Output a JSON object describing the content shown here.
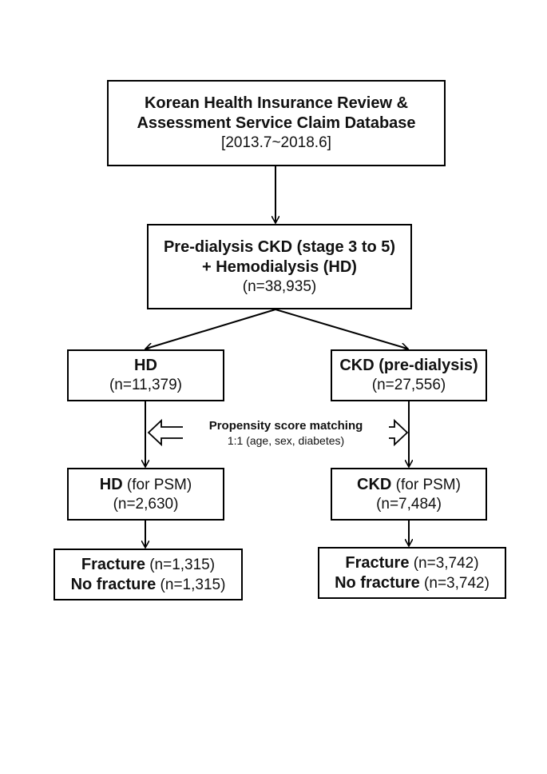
{
  "top": {
    "line1": "Korean Health Insurance Review &",
    "line2": "Assessment Service Claim Database",
    "line3": "[2013.7~2018.6]"
  },
  "cohort": {
    "line1": "Pre-dialysis CKD (stage 3 to 5)",
    "line2": "+ Hemodialysis (HD)",
    "count": "(n=38,935)"
  },
  "hd": {
    "title": "HD",
    "count": "(n=11,379)"
  },
  "ckd": {
    "title": "CKD (pre-dialysis)",
    "count": "(n=27,556)"
  },
  "psm": {
    "title": "Propensity score matching",
    "detail": "1:1 (age, sex, diabetes)"
  },
  "hd_psm": {
    "bold": "HD",
    "rest": " (for PSM)",
    "count": "(n=2,630)"
  },
  "ckd_psm": {
    "bold": "CKD",
    "rest": " (for PSM)",
    "count": "(n=7,484)"
  },
  "hd_outcome": {
    "fracture_label": "Fracture",
    "fracture_count": " (n=1,315)",
    "nofracture_label": "No fracture",
    "nofracture_count": " (n=1,315)"
  },
  "ckd_outcome": {
    "fracture_label": "Fracture",
    "fracture_count": " (n=3,742)",
    "nofracture_label": "No fracture",
    "nofracture_count": " (n=3,742)"
  }
}
